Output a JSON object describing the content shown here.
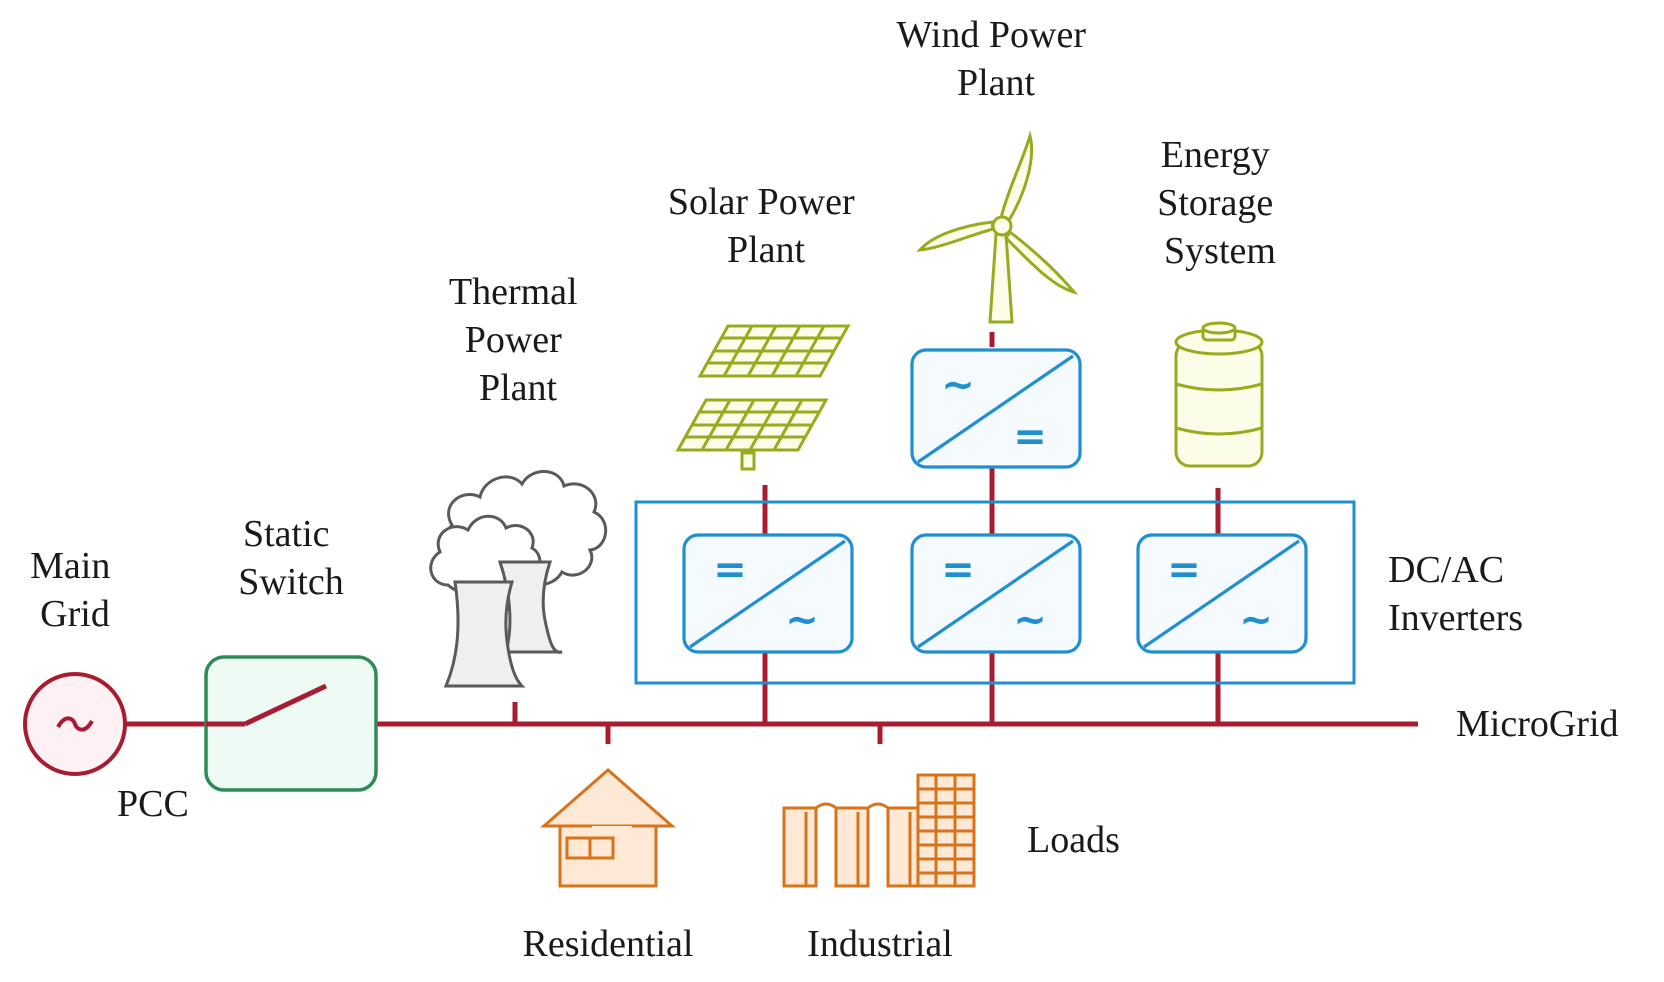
{
  "labels": {
    "main_grid": [
      "Main",
      "Grid"
    ],
    "static_switch": [
      "Static",
      "Switch"
    ],
    "pcc": "PCC",
    "thermal": [
      "Thermal",
      "Power",
      "Plant"
    ],
    "solar": [
      "Solar Power",
      "Plant"
    ],
    "wind": [
      "Wind Power",
      "Plant"
    ],
    "storage": [
      "Energy",
      "Storage",
      "System"
    ],
    "inverters": [
      "DC/AC",
      "Inverters"
    ],
    "microgrid": "MicroGrid",
    "loads": "Loads",
    "residential": "Residential",
    "industrial": "Industrial"
  },
  "symbols": {
    "ac": "~",
    "dc": "="
  },
  "colors": {
    "bus": "#a81c32",
    "inverter": "#1f8fd0",
    "switch": "#2e8b57",
    "renewable": "#9aaa1e",
    "thermal": "#5a5a5a",
    "load": "#d8731b"
  }
}
